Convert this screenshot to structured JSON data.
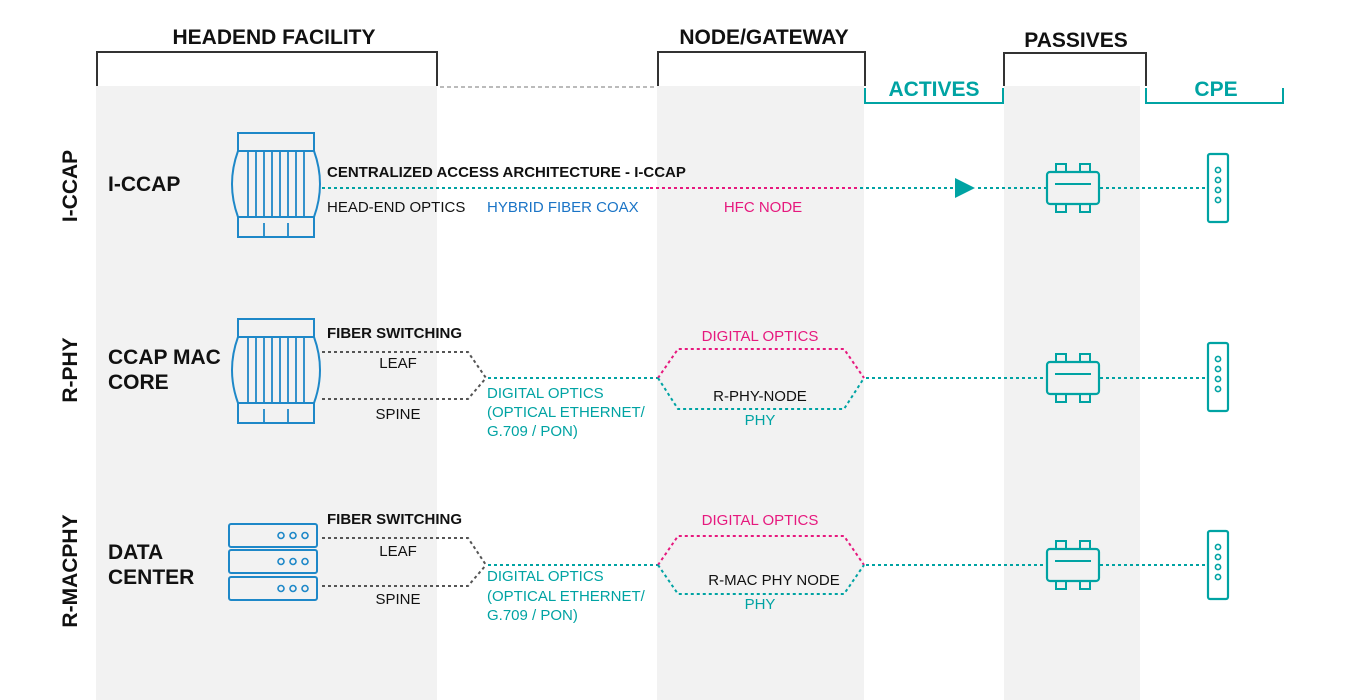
{
  "headers": {
    "headend": "HEADEND FACILITY",
    "node": "NODE/GATEWAY",
    "actives": "ACTIVES",
    "passives": "PASSIVES",
    "cpe": "CPE"
  },
  "rows": {
    "iccap": {
      "side_label": "I-CCAP",
      "name_lines": [
        "I-CCAP"
      ],
      "title": "CENTRALIZED ACCESS ARCHITECTURE - I-CCAP",
      "optics": "HEAD-END OPTICS",
      "hfc": "HYBRID FIBER COAX",
      "node": "HFC NODE"
    },
    "rphy": {
      "side_label": "R-PHY",
      "name_lines": [
        "CCAP MAC",
        "CORE"
      ],
      "fiber_switching": "FIBER SWITCHING",
      "leaf": "LEAF",
      "spine": "SPINE",
      "digital_optics_lines": [
        "DIGITAL OPTICS",
        "(OPTICAL ETHERNET/",
        "G.709 / PON)"
      ],
      "node_optics": "DIGITAL OPTICS",
      "node_name": "R-PHY-NODE",
      "node_sub": "PHY"
    },
    "rmacphy": {
      "side_label": "R-MACPHY",
      "name_lines": [
        "DATA",
        "CENTER"
      ],
      "fiber_switching": "FIBER SWITCHING",
      "leaf": "LEAF",
      "spine": "SPINE",
      "digital_optics_lines": [
        "DIGITAL OPTICS",
        "(OPTICAL ETHERNET/",
        "G.709 / PON)"
      ],
      "node_optics": "DIGITAL OPTICS",
      "node_name": "R-MAC PHY NODE",
      "node_sub": "PHY"
    }
  },
  "colors": {
    "teal": "#00a3a3",
    "pink": "#e6197e",
    "blue": "#1a74c6",
    "gray_dash": "#555555",
    "panel": "#f2f2f2",
    "device": "#1e88c8"
  },
  "icons": [
    "ccap-chassis-icon",
    "server-rack-icon",
    "amplifier-icon",
    "modem-icon",
    "arrow-right-icon"
  ]
}
